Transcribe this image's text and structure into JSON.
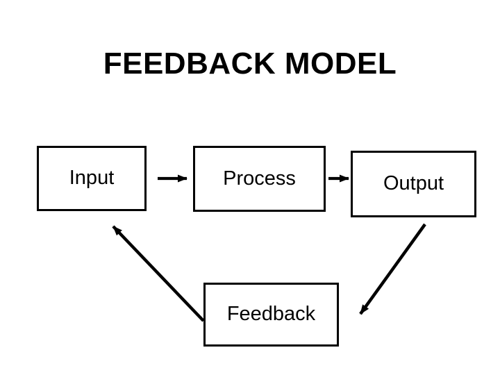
{
  "slide": {
    "title": "FEEDBACK MODEL",
    "colors": {
      "background": "#ffffff",
      "foreground": "#000000"
    },
    "nodes": [
      {
        "id": "input",
        "label": "Input"
      },
      {
        "id": "process",
        "label": "Process"
      },
      {
        "id": "output",
        "label": "Output"
      },
      {
        "id": "feedback",
        "label": "Feedback"
      }
    ],
    "connections": [
      {
        "from": "Input",
        "to": "Process",
        "direction": "right"
      },
      {
        "from": "Process",
        "to": "Output",
        "direction": "right"
      },
      {
        "from": "Output",
        "to": "Feedback",
        "direction": "down-left"
      },
      {
        "from": "Feedback",
        "to": "Input",
        "direction": "up-left"
      }
    ]
  }
}
